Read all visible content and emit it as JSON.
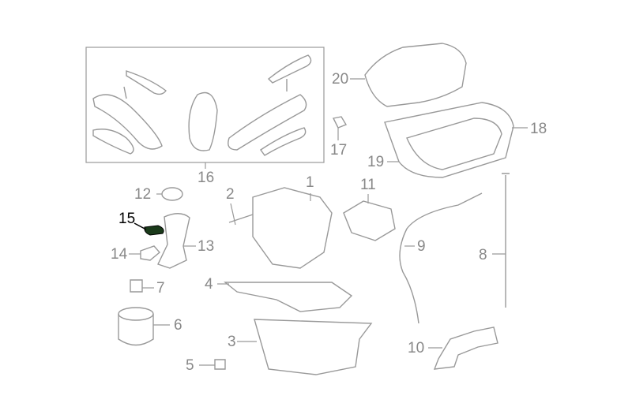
{
  "diagram": {
    "title": "Engine parts diagram",
    "highlight_color": "#1a3a1a",
    "active_part": "15",
    "callouts": [
      "1",
      "2",
      "3",
      "4",
      "5",
      "6",
      "7",
      "8",
      "9",
      "10",
      "11",
      "12",
      "13",
      "14",
      "15",
      "16",
      "17",
      "18",
      "19",
      "20"
    ]
  }
}
